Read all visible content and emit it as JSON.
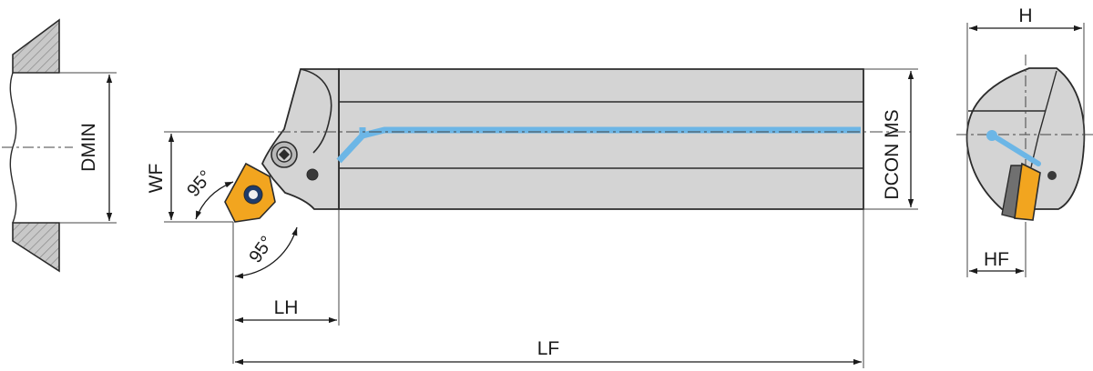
{
  "labels": {
    "dmin": "DMIN",
    "wf": "WF",
    "angle_top": "95°",
    "angle_bottom": "95°",
    "lh": "LH",
    "lf": "LF",
    "dcon_ms": "DCON MS",
    "h": "H",
    "hf": "HF"
  },
  "colors": {
    "body_fill": "#d4d4d4",
    "outline": "#2b2b2b",
    "coolant": "#6cb6e6",
    "insert": "#f2a51f",
    "hatch": "#9a9a9a"
  }
}
